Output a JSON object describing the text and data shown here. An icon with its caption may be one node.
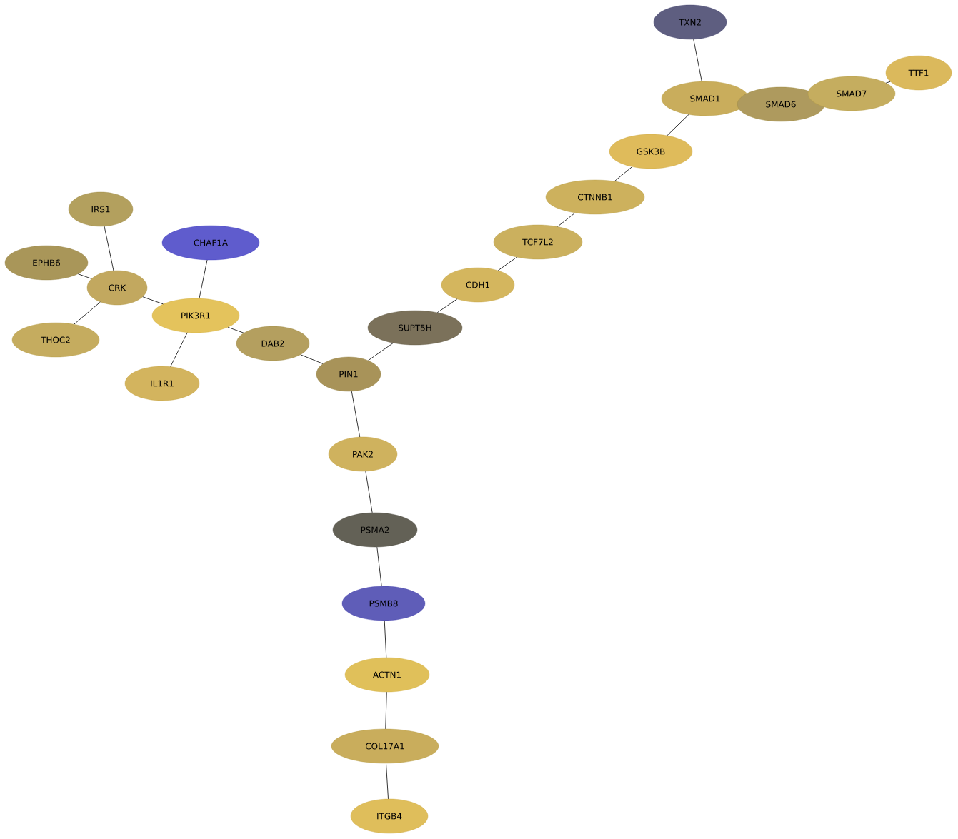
{
  "diagram": {
    "nodes": [
      {
        "text": [
          "TXN2"
        ]
      },
      {
        "text": [
          "SMAD1"
        ]
      },
      {
        "text": [
          "SMAD6"
        ]
      },
      {
        "text": [
          "SMAD7"
        ]
      },
      {
        "text": [
          "TTF1"
        ]
      },
      {
        "text": [
          "GSK3B"
        ]
      },
      {
        "text": [
          "CTNNB1"
        ]
      },
      {
        "text": [
          "TCF7L2"
        ]
      },
      {
        "text": [
          "CDH1"
        ]
      },
      {
        "text": [
          "SUPT5H"
        ]
      },
      {
        "text": [
          "PIN1"
        ]
      },
      {
        "text": [
          "IRS1"
        ]
      },
      {
        "text": [
          "CHAF1A"
        ]
      },
      {
        "text": [
          "EPHB6"
        ]
      },
      {
        "text": [
          "CRK"
        ]
      },
      {
        "text": [
          "PIK3R1"
        ]
      },
      {
        "text": [
          "THOC2"
        ]
      },
      {
        "text": [
          "DAB2"
        ]
      },
      {
        "text": [
          "IL1R1"
        ]
      },
      {
        "text": [
          "PAK2"
        ]
      },
      {
        "text": [
          "PSMA2"
        ]
      },
      {
        "text": [
          "PSMB8"
        ]
      },
      {
        "text": [
          "ACTN1"
        ]
      },
      {
        "text": [
          "COL17A1"
        ]
      },
      {
        "text": [
          "ITGB4"
        ]
      }
    ],
    "edges": [
      {
        "from": 0,
        "to": 1,
        "arrow": "none"
      },
      {
        "from": 3,
        "to": 4,
        "arrow": "none"
      },
      {
        "from": 1,
        "to": 5,
        "arrow": "none"
      },
      {
        "from": 5,
        "to": 6,
        "arrow": "none"
      },
      {
        "from": 6,
        "to": 7,
        "arrow": "none"
      },
      {
        "from": 7,
        "to": 8,
        "arrow": "none"
      },
      {
        "from": 8,
        "to": 9,
        "arrow": "none"
      },
      {
        "from": 9,
        "to": 10,
        "arrow": "none"
      },
      {
        "from": 10,
        "to": 17,
        "arrow": "none"
      },
      {
        "from": 17,
        "to": 15,
        "arrow": "none"
      },
      {
        "from": 15,
        "to": 14,
        "arrow": "none"
      },
      {
        "from": 15,
        "to": 12,
        "arrow": "none"
      },
      {
        "from": 15,
        "to": 18,
        "arrow": "none"
      },
      {
        "from": 14,
        "to": 11,
        "arrow": "none"
      },
      {
        "from": 14,
        "to": 13,
        "arrow": "none"
      },
      {
        "from": 14,
        "to": 16,
        "arrow": "none"
      },
      {
        "from": 10,
        "to": 19,
        "arrow": "none"
      },
      {
        "from": 19,
        "to": 20,
        "arrow": "none"
      },
      {
        "from": 20,
        "to": 21,
        "arrow": "none"
      },
      {
        "from": 21,
        "to": 22,
        "arrow": "none"
      },
      {
        "from": 22,
        "to": 23,
        "arrow": "none"
      },
      {
        "from": 23,
        "to": 24,
        "arrow": "none"
      }
    ]
  }
}
